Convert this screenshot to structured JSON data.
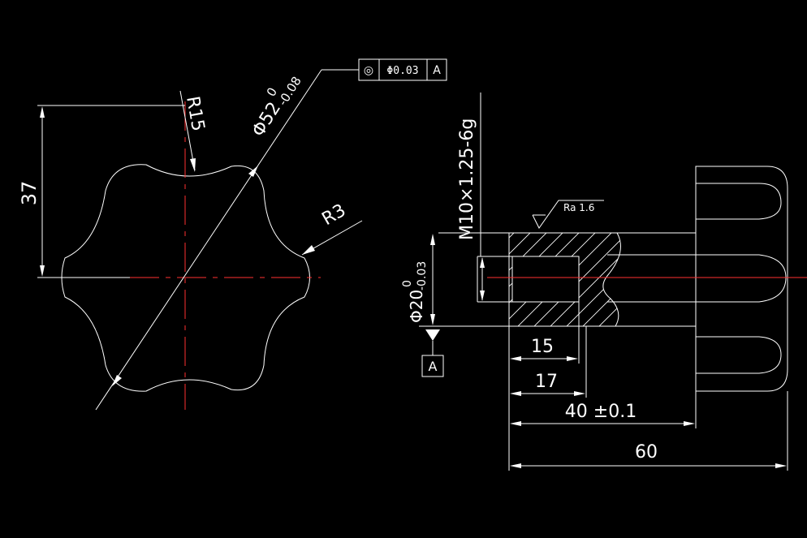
{
  "colors": {
    "background": "#000000",
    "line": "#ffffff",
    "centerline": "#ff3030"
  },
  "front_view": {
    "dim_height": "37",
    "dim_radius_large": "R15",
    "dim_radius_small": "R3",
    "dim_diameter": "Φ52",
    "dim_diameter_upper": "0",
    "dim_diameter_lower": "-0.08"
  },
  "tolerance_frame": {
    "symbol": "◎",
    "value": "Φ0.03",
    "datum": "A"
  },
  "side_view": {
    "thread": "M10×1.25-6g",
    "roughness": "Ra 1.6",
    "dim_diameter": "Φ20",
    "dim_diameter_upper": "0",
    "dim_diameter_lower": "-0.03",
    "datum_label": "A",
    "dim_15": "15",
    "dim_17": "17",
    "dim_40": "40 ±0.1",
    "dim_60": "60"
  }
}
